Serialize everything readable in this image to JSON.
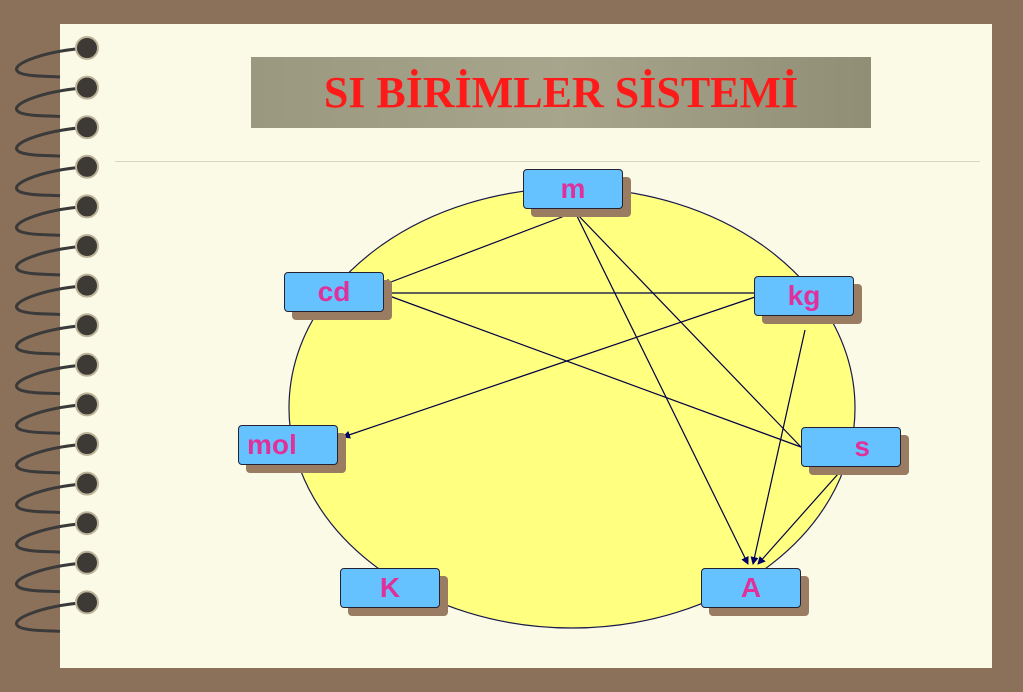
{
  "title": "SI BİRİMLER SİSTEMİ",
  "units": {
    "m": "m",
    "cd": "cd",
    "kg": "kg",
    "mol": "mol",
    "s": "s",
    "K": "K",
    "A": "A"
  },
  "arrows": [
    {
      "from": "m",
      "to": "cd"
    },
    {
      "from": "kg",
      "to": "cd"
    },
    {
      "from": "s",
      "to": "cd"
    },
    {
      "from": "kg",
      "to": "mol"
    },
    {
      "from": "m",
      "to": "A"
    },
    {
      "from": "kg",
      "to": "A"
    },
    {
      "from": "s",
      "to": "A"
    },
    {
      "from": "m",
      "to": "s",
      "arrowhead": false
    }
  ],
  "colors": {
    "node_fill": "#66c2ff",
    "node_text": "#e0319a",
    "ellipse": "#ffff80",
    "title": "#ff1a1a"
  }
}
